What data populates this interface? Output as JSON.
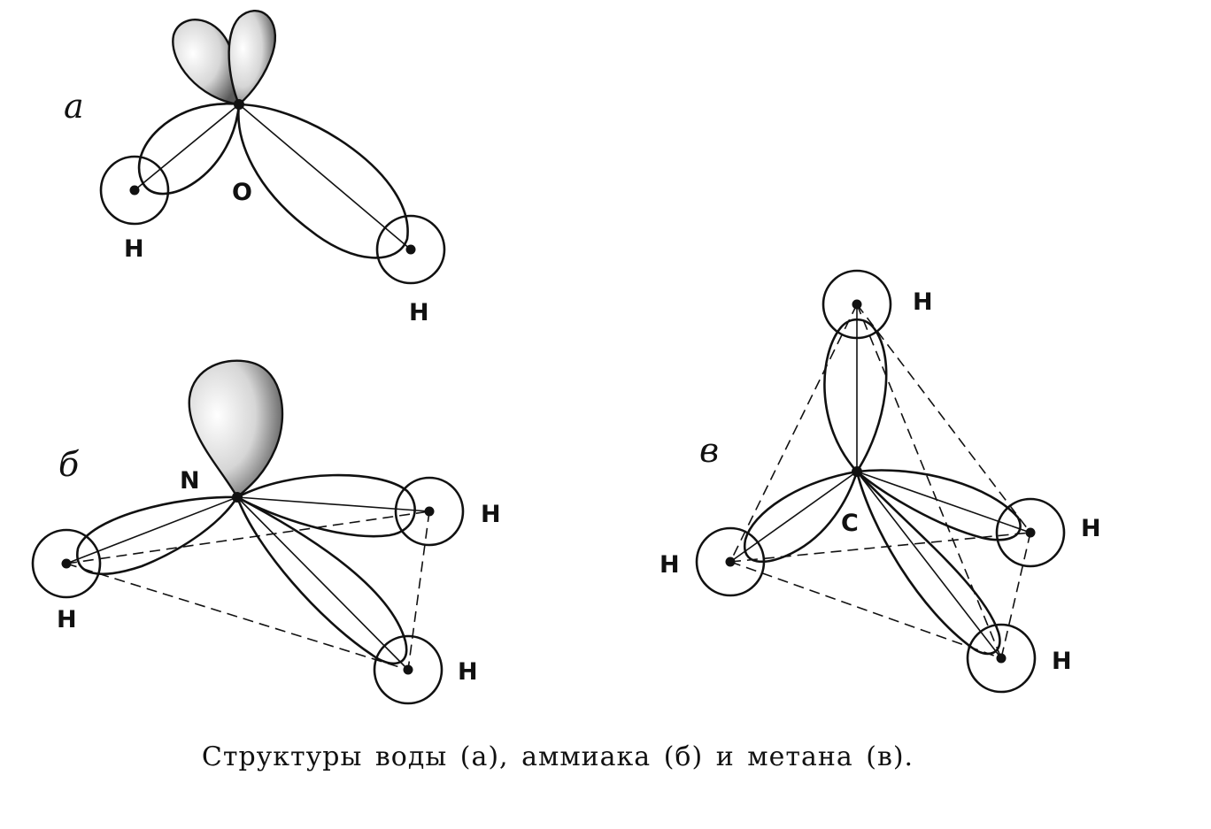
{
  "panels": {
    "a": {
      "letter": "а",
      "central": "O",
      "hydrogens": [
        "H",
        "H"
      ]
    },
    "b": {
      "letter": "б",
      "central": "N",
      "hydrogens": [
        "H",
        "H",
        "H"
      ]
    },
    "c": {
      "letter": "в",
      "central": "C",
      "hydrogens": [
        "H",
        "H",
        "H",
        "H"
      ]
    }
  },
  "caption": "Структуры воды (а), аммиака (б) и метана (в)."
}
